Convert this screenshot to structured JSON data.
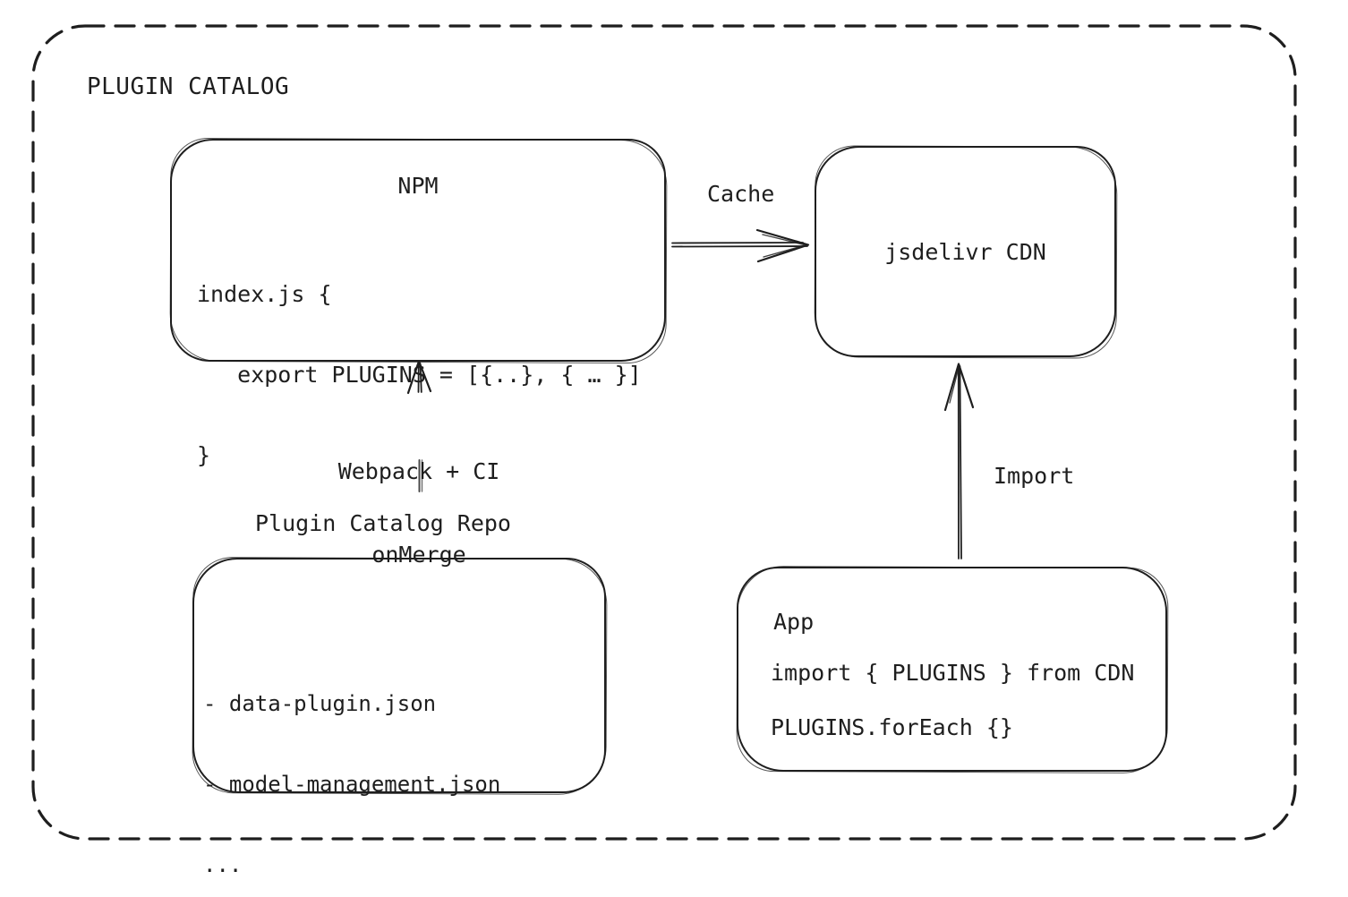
{
  "diagram": {
    "title": "PLUGIN CATALOG"
  },
  "nodes": {
    "npm": {
      "title": "NPM",
      "code_lines": [
        "index.js {",
        "   export PLUGINS = [{..}, { … }]",
        "}"
      ]
    },
    "cdn": {
      "title": "jsdelivr CDN"
    },
    "repo": {
      "title": "Plugin Catalog Repo",
      "files": [
        "- data-plugin.json",
        "- model-management.json",
        "..."
      ]
    },
    "app": {
      "title": "App",
      "code_lines": [
        "import { PLUGINS } from CDN",
        "PLUGINS.forEach {}"
      ]
    }
  },
  "edges": {
    "cache": {
      "label": "Cache",
      "from": "npm",
      "to": "cdn"
    },
    "build": {
      "label_lines": [
        "Webpack + CI",
        "onMerge"
      ],
      "from": "repo",
      "to": "npm"
    },
    "import": {
      "label": "Import",
      "from": "app",
      "to": "cdn"
    }
  },
  "colors": {
    "stroke": "#1e1e1e",
    "background": "#ffffff"
  }
}
